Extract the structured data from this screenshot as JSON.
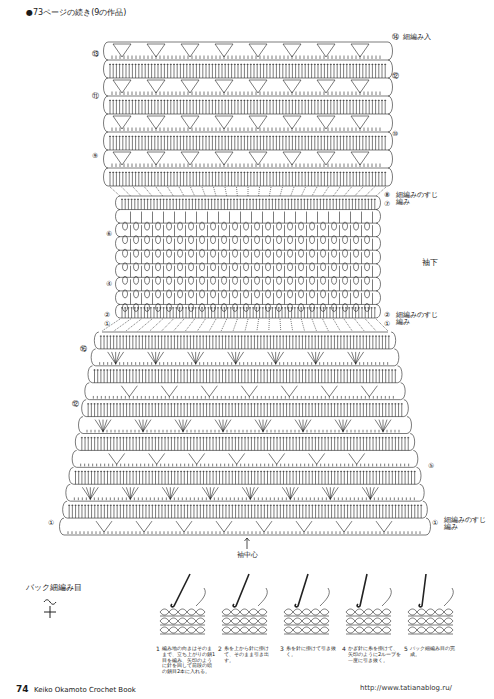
{
  "diagram": {
    "title": "●73ページの続き(9の作品)",
    "labels": [
      "⑭",
      "細編み入",
      "⑬",
      "⑪",
      "⑨",
      "⑫",
      "⑩",
      "⑧",
      "⑦",
      "細編みのすじ編み",
      "⑥",
      "袖下",
      "④",
      "②",
      "①",
      "②",
      "①",
      "細編みのすじ編み",
      "⑯",
      "⑫",
      "⑤",
      "①",
      "①",
      "細編みのすじ編み",
      "袖中心",
      "バック細編み目",
      "1",
      "編み地の向きはそのままで、立ち上がりの鎖1目を編み、矢印のように針を回して前段の頭の鎖目2本に入れる。",
      "2",
      "糸を上から針に掛けて、そのまま引き出す。",
      "3",
      "糸を針に掛けて引き抜く。",
      "4",
      "かぎ針に糸を掛けて、矢印のように2ループを一度に引き抜く。",
      "5",
      "バック細編み目の完成。",
      "74",
      "Keiko Okamoto Crochet Book",
      "http://www.tatianablog.ru/"
    ]
  }
}
